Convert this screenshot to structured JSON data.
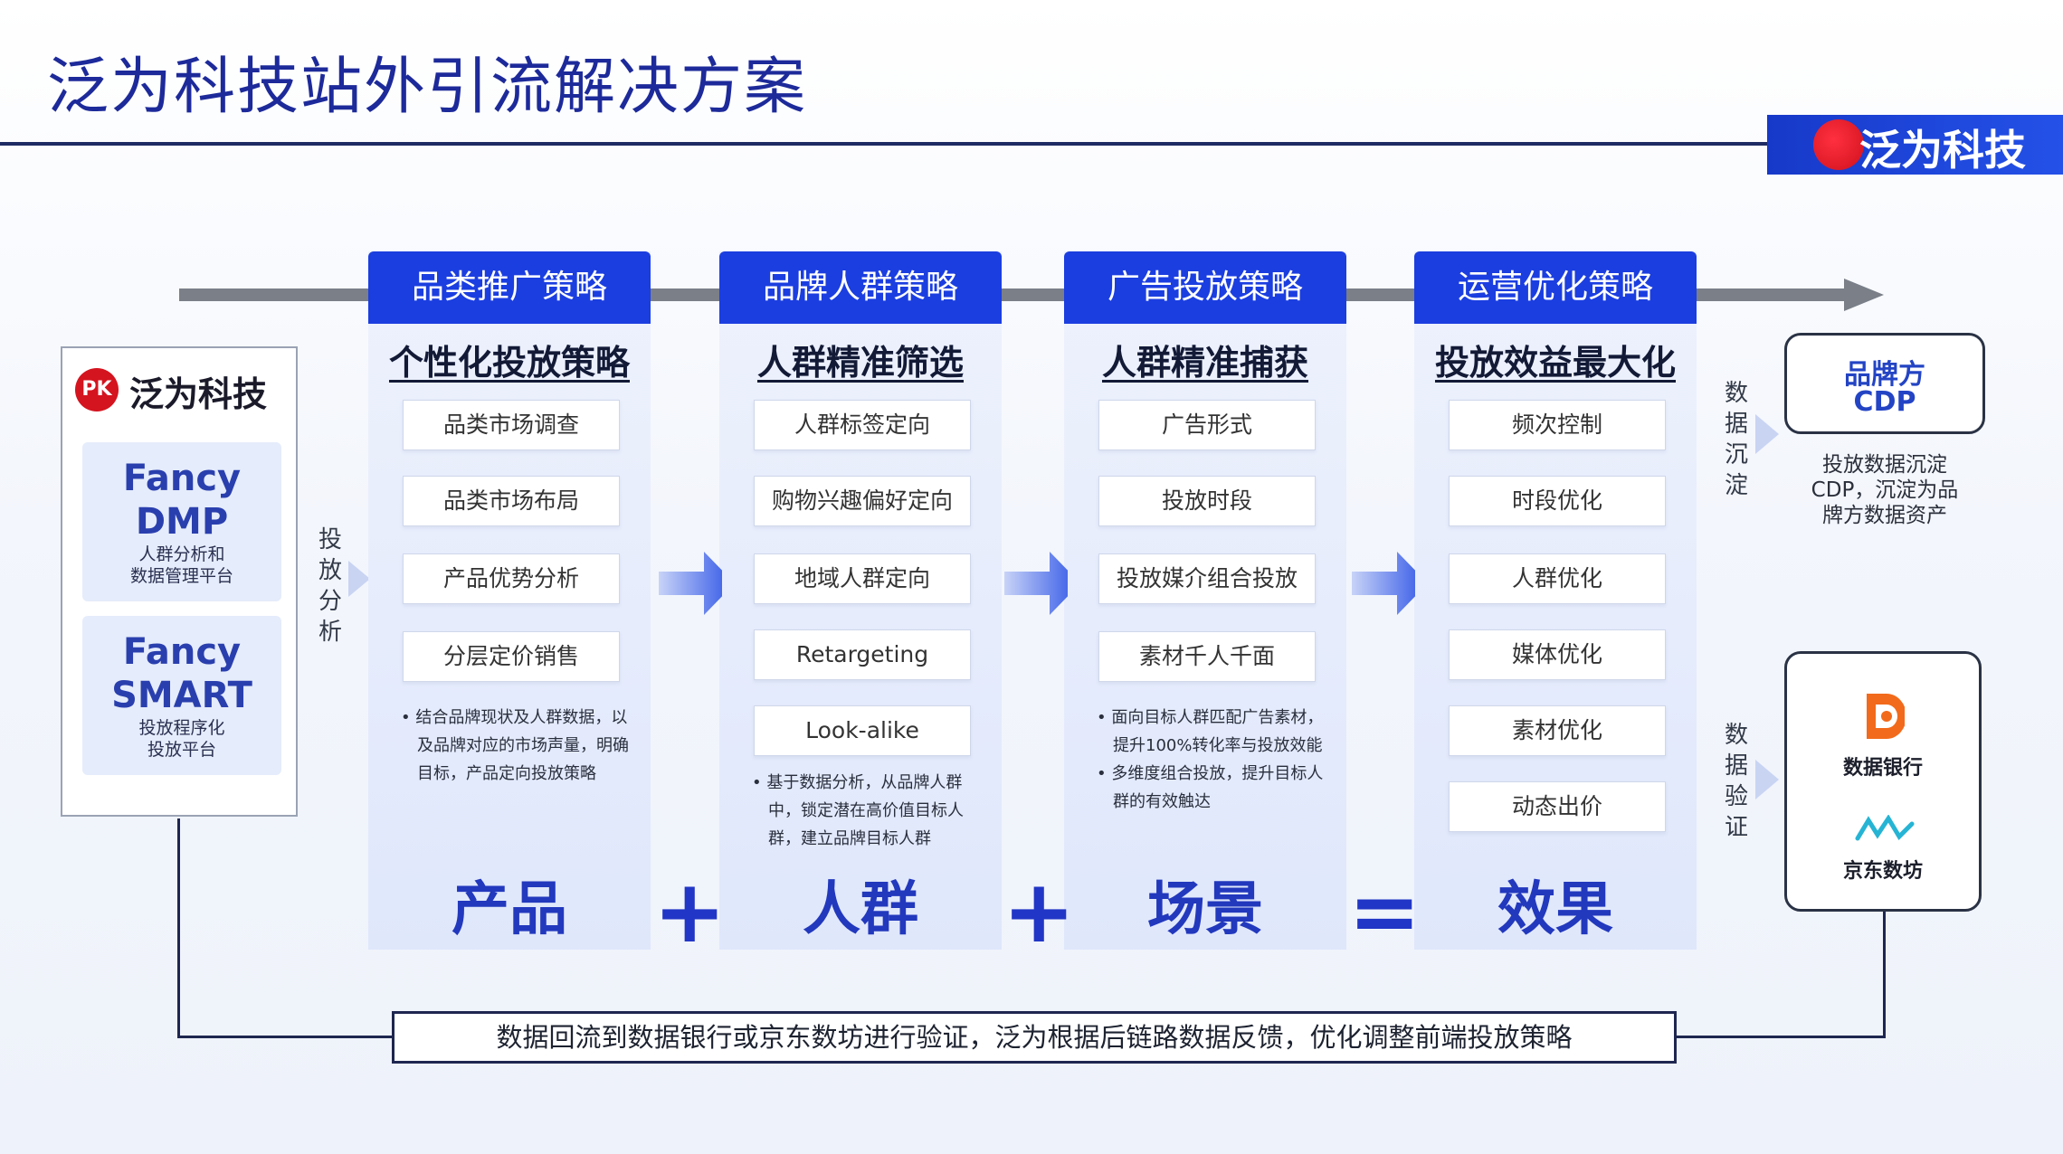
{
  "header": {
    "title": "泛为科技站外引流解决方案",
    "brand": "泛为科技"
  },
  "left_panel": {
    "logo_mark": "PK",
    "logo_text": "泛为科技",
    "cards": [
      {
        "name_line1": "Fancy",
        "name_line2": "DMP",
        "desc_line1": "人群分析和",
        "desc_line2": "数据管理平台"
      },
      {
        "name_line1": "Fancy",
        "name_line2": "SMART",
        "desc_line1": "投放程序化",
        "desc_line2": "投放平台"
      }
    ],
    "side_label": [
      "投",
      "放",
      "分",
      "析"
    ]
  },
  "columns": [
    {
      "header": "品类推广策略",
      "subtitle": "个性化投放策略",
      "items": [
        "品类市场调查",
        "品类市场布局",
        "产品优势分析",
        "分层定价销售"
      ],
      "notes": [
        "结合品牌现状及人群数据，以及品牌对应的市场声量，明确目标，产品定向投放策略"
      ],
      "footer": "产品"
    },
    {
      "header": "品牌人群策略",
      "subtitle": "人群精准筛选",
      "items": [
        "人群标签定向",
        "购物兴趣偏好定向",
        "地域人群定向",
        "Retargeting",
        "Look-alike"
      ],
      "notes": [
        "基于数据分析，从品牌人群中，锁定潜在高价值目标人群，建立品牌目标人群"
      ],
      "footer": "人群"
    },
    {
      "header": "广告投放策略",
      "subtitle": "人群精准捕获",
      "items": [
        "广告形式",
        "投放时段",
        "投放媒介组合投放",
        "素材千人千面"
      ],
      "notes": [
        "面向目标人群匹配广告素材，提升100%转化率与投放效能",
        "多维度组合投放，提升目标人群的有效触达"
      ],
      "footer": "场景"
    },
    {
      "header": "运营优化策略",
      "subtitle": "投放效益最大化",
      "items": [
        "频次控制",
        "时段优化",
        "人群优化",
        "媒体优化",
        "素材优化",
        "动态出价"
      ],
      "notes": [],
      "footer": "效果"
    }
  ],
  "operators": [
    "+",
    "+",
    "="
  ],
  "right": {
    "top_label": [
      "数",
      "据",
      "沉",
      "淀"
    ],
    "cdp_line1": "品牌方",
    "cdp_line2": "CDP",
    "cdp_note_line1": "投放数据沉淀",
    "cdp_note_line2": "CDP，沉淀为品",
    "cdp_note_line3": "牌方数据资产",
    "bottom_label": [
      "数",
      "据",
      "验",
      "证"
    ],
    "partner1": "数据银行",
    "partner2": "京东数坊"
  },
  "bottom_text": "数据回流到数据银行或京东数坊进行验证，泛为根据后链路数据反馈，优化调整前端投放策略",
  "colors": {
    "accent": "#1b3ee0",
    "title": "#1d2a9a",
    "brand_red": "#d4141f"
  }
}
